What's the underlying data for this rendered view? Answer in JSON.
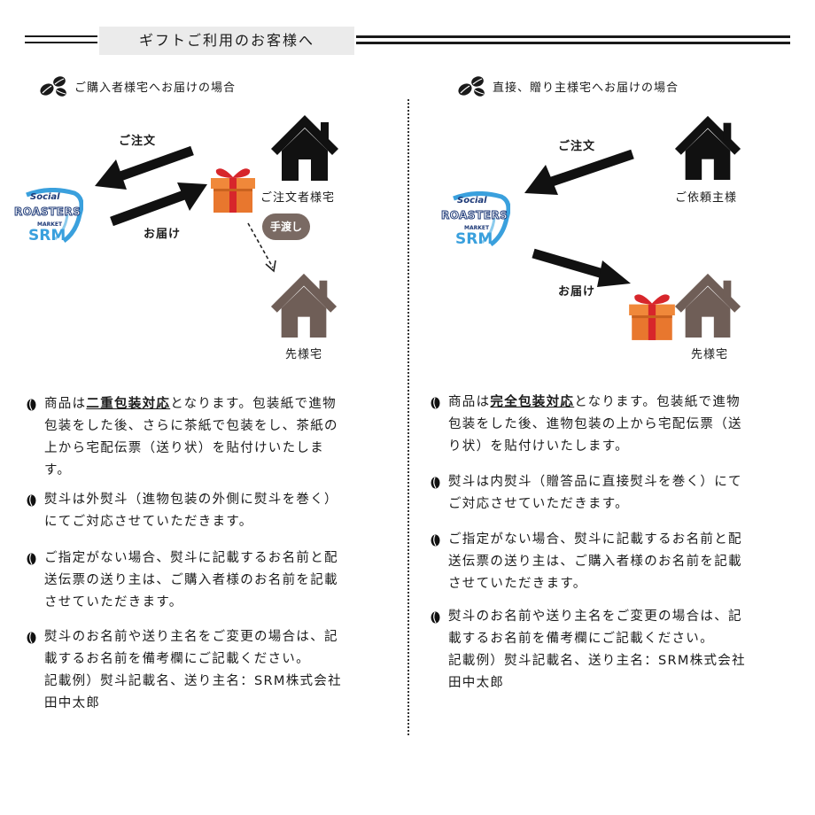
{
  "header": {
    "title": "ギフトご利用のお客様へ"
  },
  "left": {
    "heading": "ご購入者様宅へお届けの場合",
    "order_label": "ご注文",
    "delivery_label": "お届け",
    "orderer_home_label": "ご注文者様宅",
    "handover_label": "手渡し",
    "recipient_home_label": "先様宅",
    "logo": {
      "line1": "Social",
      "line2": "ROASTERS",
      "line3": "MARKET",
      "line4": "SRM"
    },
    "bullets": [
      {
        "pre": "商品は",
        "em": "二重包装対応",
        "lines": [
          "となります。包装紙で進物",
          "包装をした後、さらに茶紙で包装をし、茶紙の",
          "上から宅配伝票（送り状）を貼付けいたしま",
          "す。"
        ]
      },
      {
        "pre": "",
        "em": "",
        "lines": [
          "熨斗は外熨斗（進物包装の外側に熨斗を巻く）",
          "にてご対応させていただきます。"
        ]
      },
      {
        "pre": "",
        "em": "",
        "lines": [
          "ご指定がない場合、熨斗に記載するお名前と配",
          "送伝票の送り主は、ご購入者様のお名前を記載",
          "させていただきます。"
        ]
      },
      {
        "pre": "",
        "em": "",
        "lines": [
          "熨斗のお名前や送り主名をご変更の場合は、記",
          "載するお名前を備考欄にご記載ください。",
          "記載例）熨斗記載名、送り主名：SRM株式会社",
          "田中太郎"
        ]
      }
    ]
  },
  "right": {
    "heading": "直接、贈り主様宅へお届けの場合",
    "order_label": "ご注文",
    "delivery_label": "お届け",
    "requester_home_label": "ご依頼主様",
    "recipient_home_label": "先様宅",
    "logo": {
      "line1": "Social",
      "line2": "ROASTERS",
      "line3": "MARKET",
      "line4": "SRM"
    },
    "bullets": [
      {
        "pre": "商品は",
        "em": "完全包装対応",
        "lines": [
          "となります。包装紙で進物",
          "包装をした後、進物包装の上から宅配伝票（送",
          "り状）を貼付けいたします。"
        ]
      },
      {
        "pre": "",
        "em": "",
        "lines": [
          "熨斗は内熨斗（贈答品に直接熨斗を巻く）にて",
          "ご対応させていただきます。"
        ]
      },
      {
        "pre": "",
        "em": "",
        "lines": [
          "ご指定がない場合、熨斗に記載するお名前と配",
          "送伝票の送り主は、ご購入者様のお名前を記載",
          "させていただきます。"
        ]
      },
      {
        "pre": "",
        "em": "",
        "lines": [
          "熨斗のお名前や送り主名をご変更の場合は、記",
          "載するお名前を備考欄にご記載ください。",
          "記載例）熨斗記載名、送り主名：SRM株式会社",
          "田中太郎"
        ]
      }
    ]
  },
  "colors": {
    "black_house": "#111111",
    "brown_house": "#6f5e57",
    "gift_orange": "#e8772e",
    "gift_ribbon": "#d7262b",
    "logo_blue": "#3aa0dd",
    "logo_navy": "#1e3a78"
  },
  "icons": [
    "coffee-beans-icon",
    "house-icon",
    "gift-box-icon",
    "arrow-icon",
    "srm-logo"
  ]
}
